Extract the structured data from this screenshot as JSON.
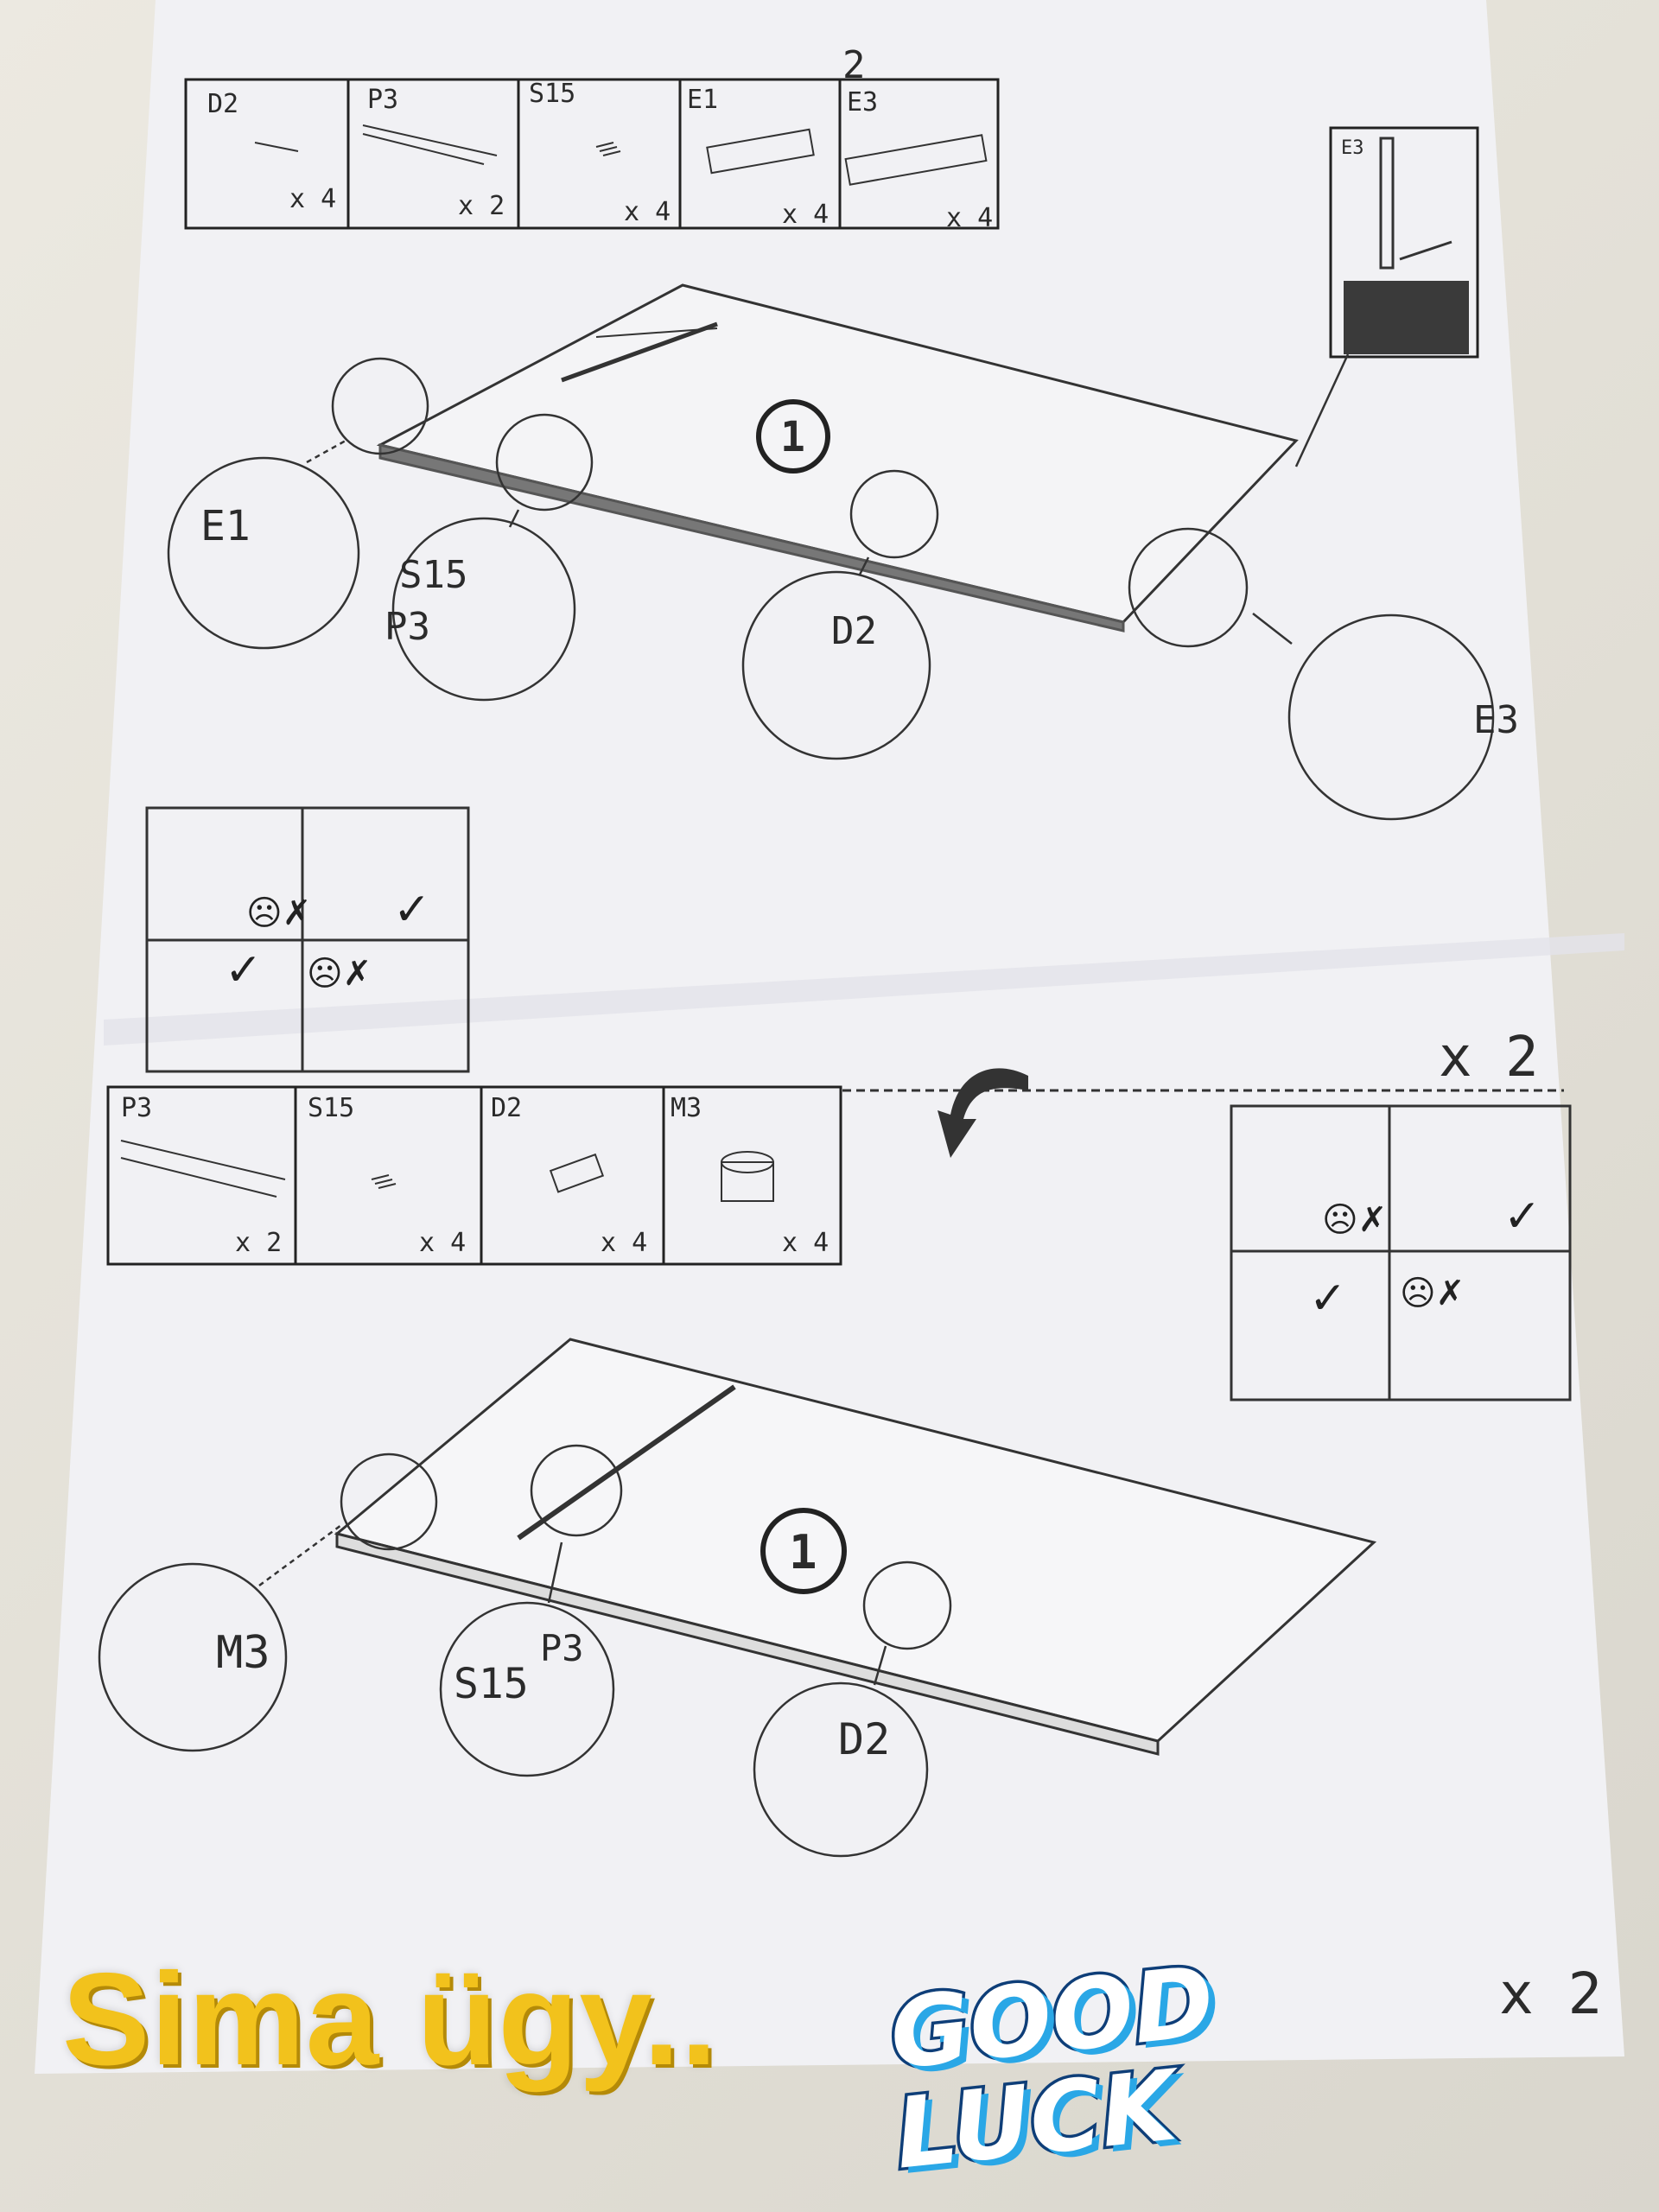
{
  "page_number": "2",
  "repeat_label_top": "x 2",
  "repeat_label_bottom": "x 2",
  "step_number": "1",
  "parts_top": [
    {
      "code": "D2",
      "qty": "x 4"
    },
    {
      "code": "P3",
      "qty": "x 2"
    },
    {
      "code": "S15",
      "qty": "x 4"
    },
    {
      "code": "E1",
      "qty": "x 4"
    },
    {
      "code": "E3",
      "qty": "x 4"
    }
  ],
  "parts_bottom": [
    {
      "code": "P3",
      "qty": "x 2"
    },
    {
      "code": "S15",
      "qty": "x 4"
    },
    {
      "code": "D2",
      "qty": "x 4"
    },
    {
      "code": "M3",
      "qty": "x 4"
    }
  ],
  "detail_inset_label": "E3",
  "callouts_top": {
    "e1": "E1",
    "s15": "S15",
    "p3": "P3",
    "d2": "D2",
    "e3": "E3"
  },
  "callouts_bottom": {
    "m3": "M3",
    "s15": "S15",
    "p3": "P3",
    "d2": "D2"
  },
  "caption": "Sima ügy..",
  "sticker": {
    "line1": "GOOD",
    "line2": "LUCK"
  }
}
